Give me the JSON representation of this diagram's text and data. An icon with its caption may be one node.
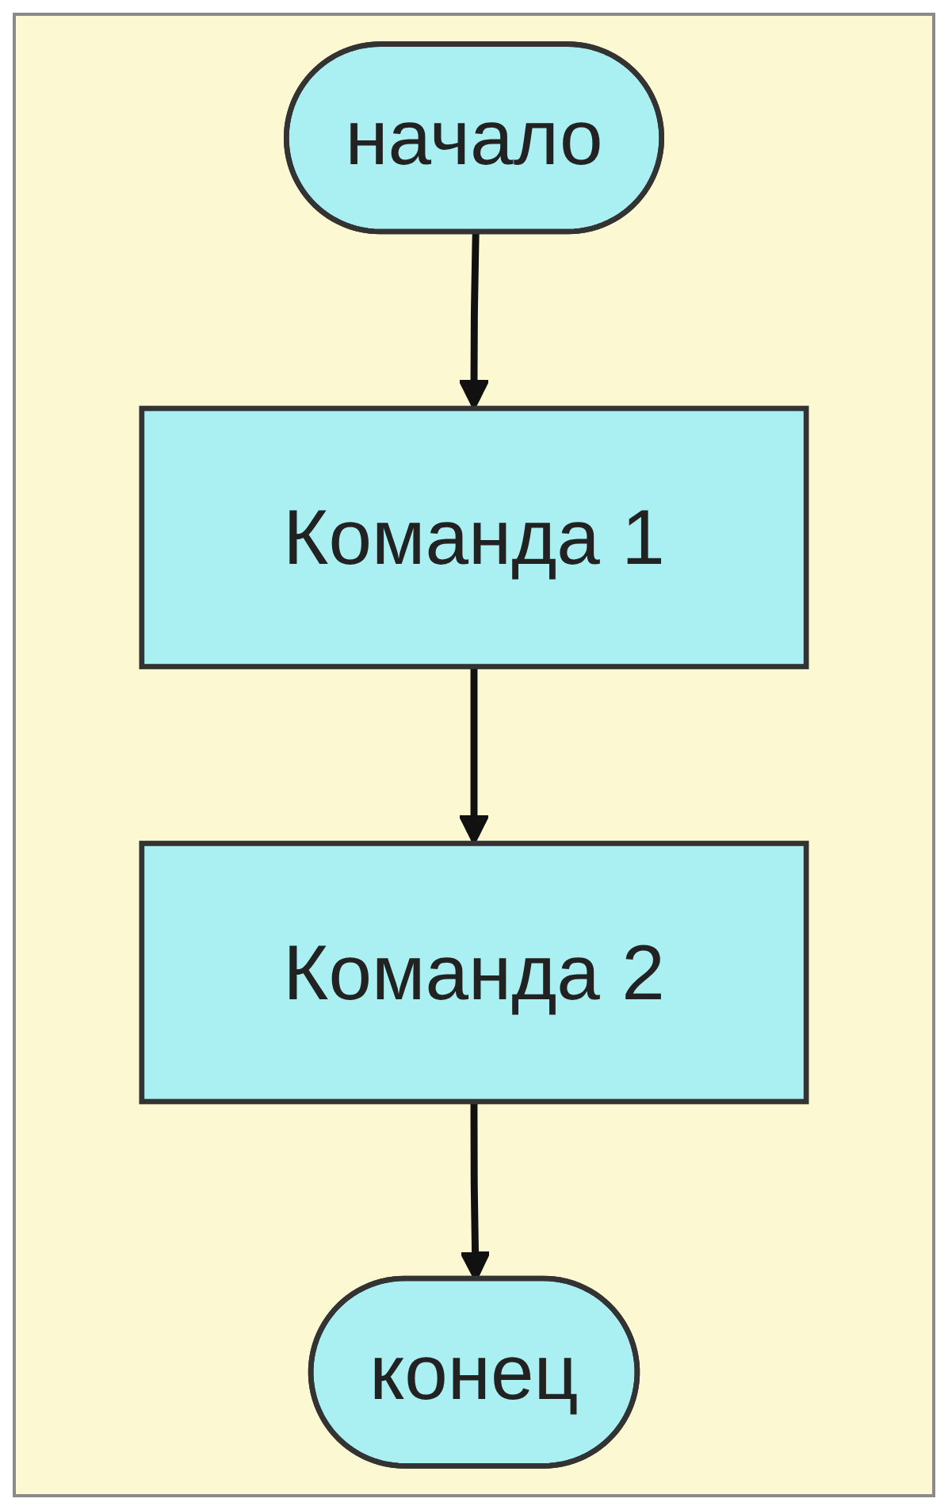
{
  "diagram": {
    "nodes": [
      {
        "text": [
          "начало"
        ]
      },
      {
        "text": [
          "Команда 1"
        ]
      },
      {
        "text": [
          "Команда 2"
        ]
      },
      {
        "text": [
          "конец"
        ]
      }
    ],
    "edges": [
      {
        "from": 0,
        "to": 1,
        "arrow": "to"
      },
      {
        "from": 1,
        "to": 2,
        "arrow": "to"
      },
      {
        "from": 2,
        "to": 3,
        "arrow": "to"
      }
    ]
  }
}
